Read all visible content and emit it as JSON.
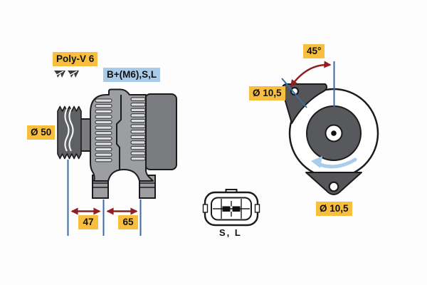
{
  "side_view": {
    "belt_label": "Poly-V 6",
    "terminal_label": "B+(M6),S,L",
    "pulley_diameter": "Ø 50",
    "dim_pulley_to_first_mount": "47",
    "dim_mount_spacing": "65"
  },
  "rear_view": {
    "angle_label": "45°",
    "top_mount_hole_diameter": "Ø 10,5",
    "bottom_mount_hole_diameter": "Ø 10,5"
  },
  "connector": {
    "pin_labels": "S, L"
  },
  "colors": {
    "label_yellow": "#F8BE3D",
    "label_blue": "#A9CBE8",
    "dim_blue": "#3A6BA5",
    "arrow_red": "#8E1F24",
    "rot_blue": "#A9CDEB",
    "body_gray": "#9C9EA1",
    "dark_gray": "#7A7C7F",
    "pulley_gray": "#5E6063",
    "lug_gray": "#54565A",
    "inner_circle_gray": "#58595C",
    "fin_light": "#DCDEE0",
    "outline": "#1B1B1B"
  }
}
